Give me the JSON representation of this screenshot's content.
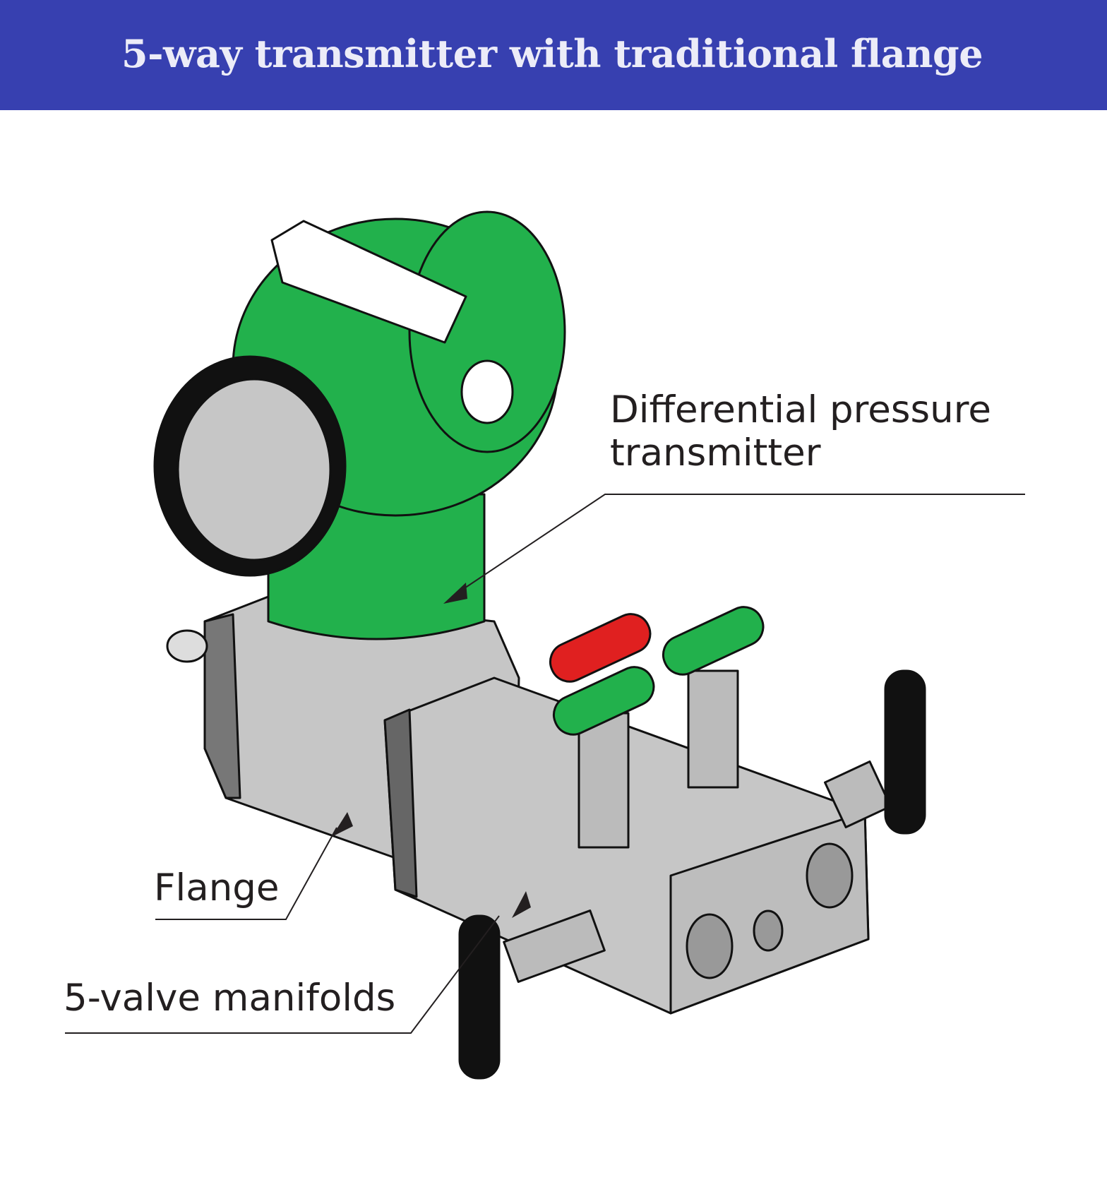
{
  "header": {
    "title": "5-way transmitter with traditional flange",
    "background": "#3740b0"
  },
  "labels": {
    "transmitter_line1": "Differential pressure",
    "transmitter_line2": "transmitter",
    "flange": "Flange",
    "manifold": "5-valve manifolds"
  },
  "colors": {
    "housing": "#22b14c",
    "valve_red": "#e02020",
    "valve_green": "#22b14c",
    "metal": "#c6c6c6",
    "handle": "#111111"
  }
}
